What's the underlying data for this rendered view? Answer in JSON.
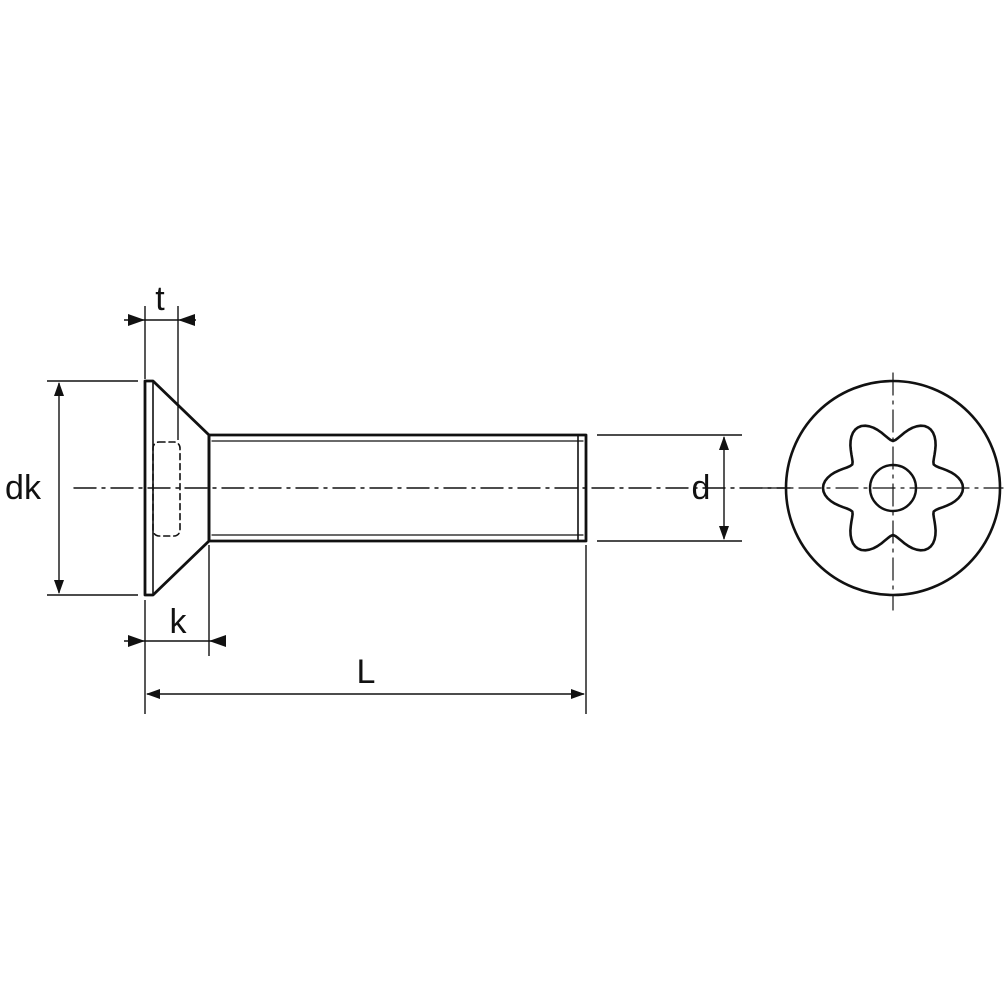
{
  "diagram": {
    "colors": {
      "line": "#111111",
      "background": "#ffffff"
    },
    "labels": {
      "t": "t",
      "dk": "dk",
      "k": "k",
      "L": "L",
      "d": "d"
    }
  }
}
